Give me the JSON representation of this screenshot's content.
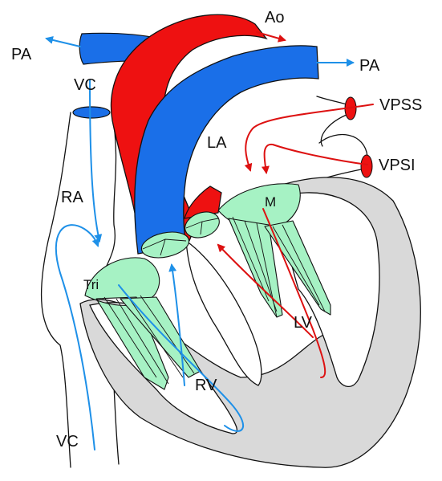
{
  "labels": {
    "ao": "Ao",
    "pa_left": "PA",
    "pa_right": "PA",
    "vc_top": "VC",
    "vpss": "VPSS",
    "la": "LA",
    "vpsi": "VPSI",
    "ra": "RA",
    "mitral": "M",
    "tricuspid": "Tri",
    "lv": "LV",
    "rv": "RV",
    "vc_bottom": "VC"
  },
  "colors": {
    "arterial": "#ee1111",
    "venous": "#1a6fe8",
    "valve": "#a6f2c4",
    "wall": "#d9d9d9",
    "flow_venous": "#1e90e8",
    "flow_arterial": "#dd1111"
  }
}
